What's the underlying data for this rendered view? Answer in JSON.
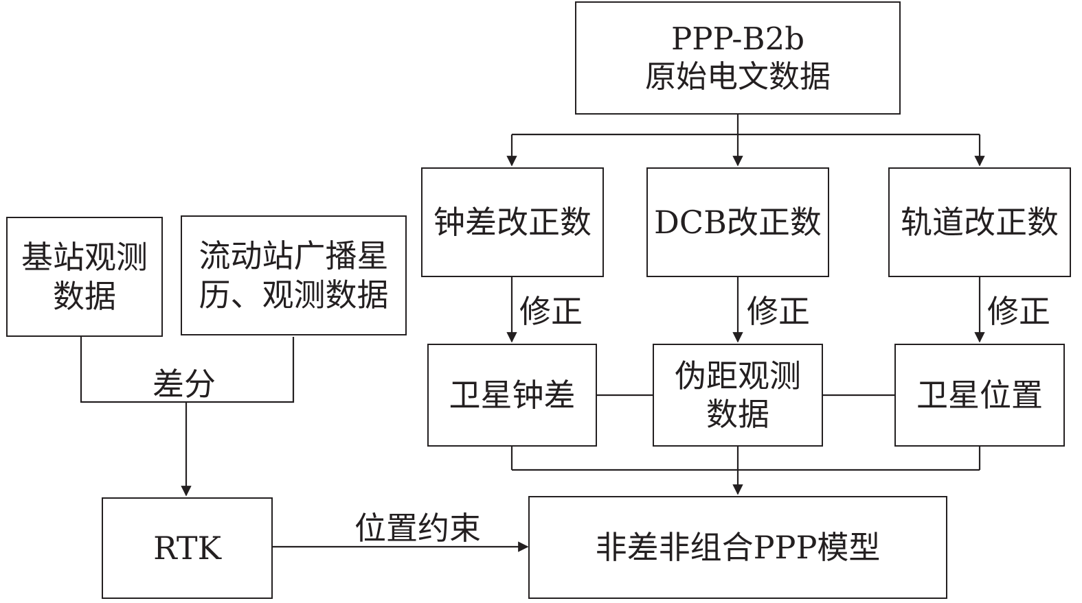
{
  "nodes": {
    "ppp_b2b": {
      "line1": "PPP-B2b",
      "line2": "原始电文数据"
    },
    "clock_corr": {
      "text": "钟差改正数"
    },
    "dcb_corr": {
      "text": "DCB改正数"
    },
    "orbit_corr": {
      "text": "轨道改正数"
    },
    "sat_clock": {
      "text": "卫星钟差"
    },
    "pseudorange": {
      "line1": "伪距观测",
      "line2": "数据"
    },
    "sat_position": {
      "text": "卫星位置"
    },
    "base_obs": {
      "line1": "基站观测",
      "line2": "数据"
    },
    "rover_data": {
      "line1": "流动站广播星",
      "line2": "历、观测数据"
    },
    "rtk": {
      "text": "RTK"
    },
    "ppp_model": {
      "text": "非差非组合PPP模型"
    }
  },
  "edge_labels": {
    "correction_left": "修正",
    "correction_mid": "修正",
    "correction_right": "修正",
    "difference": "差分",
    "position_constraint": "位置约束"
  }
}
